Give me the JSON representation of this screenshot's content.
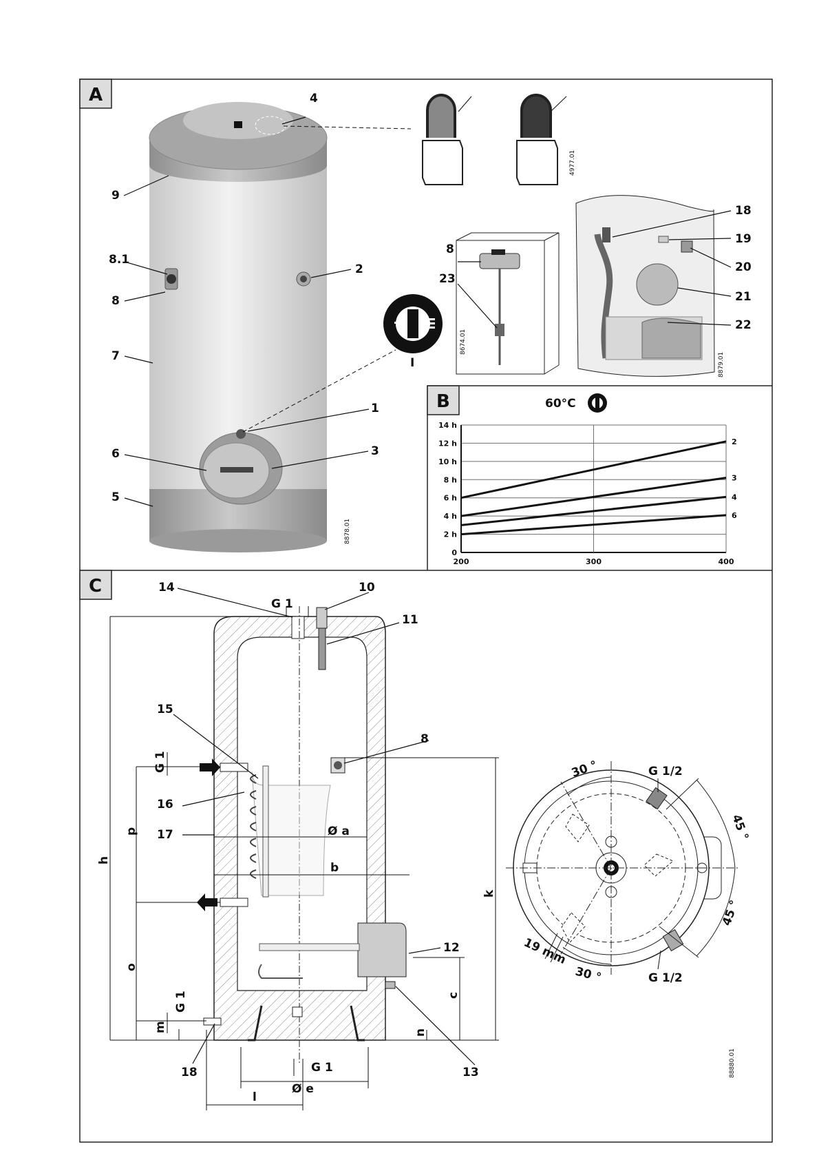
{
  "panels": {
    "a": {
      "badge": "A"
    },
    "b": {
      "badge": "B",
      "header": "60°C"
    },
    "c": {
      "badge": "C"
    }
  },
  "panel_a": {
    "callouts": {
      "n1": "1",
      "n2": "2",
      "n3": "3",
      "n4": "4",
      "n5": "5",
      "n6": "6",
      "n7": "7",
      "n8": "8",
      "n8_1": "8.1",
      "n9": "9",
      "n18": "18",
      "n19": "19",
      "n20": "20",
      "n21": "21",
      "n22": "22",
      "n23": "23",
      "n8b": "8",
      "dial_label": "I"
    },
    "refs": {
      "r1": "8878.01",
      "r2": "4977.01",
      "r3": "8674.01",
      "r4": "8879.01"
    }
  },
  "chart_data": {
    "type": "line",
    "title": "60°C",
    "xlim": [
      200,
      400
    ],
    "ylim": [
      0,
      14
    ],
    "x_ticks": [
      "200",
      "300",
      "400"
    ],
    "y_ticks": [
      "0",
      "2 h",
      "4 h",
      "6 h",
      "8 h",
      "10 h",
      "12 h",
      "14 h"
    ],
    "grid": true,
    "series": [
      {
        "name": "2",
        "x": [
          200,
          400
        ],
        "y": [
          6,
          12.2
        ]
      },
      {
        "name": "3",
        "x": [
          200,
          400
        ],
        "y": [
          4,
          8.2
        ]
      },
      {
        "name": "4",
        "x": [
          200,
          400
        ],
        "y": [
          3,
          6.1
        ]
      },
      {
        "name": "6",
        "x": [
          200,
          400
        ],
        "y": [
          2,
          4.1
        ]
      }
    ]
  },
  "panel_c": {
    "callouts": {
      "n8": "8",
      "n10": "10",
      "n11": "11",
      "n12": "12",
      "n13": "13",
      "n14": "14",
      "n15": "15",
      "n16": "16",
      "n17": "17",
      "n18": "18"
    },
    "dims": {
      "g1_top": "G 1",
      "g1_left1": "G 1",
      "g1_left2": "G 1",
      "g1_bottom": "G 1",
      "h": "h",
      "p": "p",
      "o": "o",
      "m": "m",
      "a": "Ø a",
      "b": "b",
      "k": "k",
      "c": "c",
      "n": "n",
      "e": "Ø e",
      "l": "l"
    },
    "top_view": {
      "angle1": "30 °",
      "angle2": "30 °",
      "angle3": "45 °",
      "angle4": "45 °",
      "g12_top": "G 1/2",
      "g12_bottom": "G 1/2",
      "mm19": "19 mm"
    },
    "ref": "88880.01"
  }
}
